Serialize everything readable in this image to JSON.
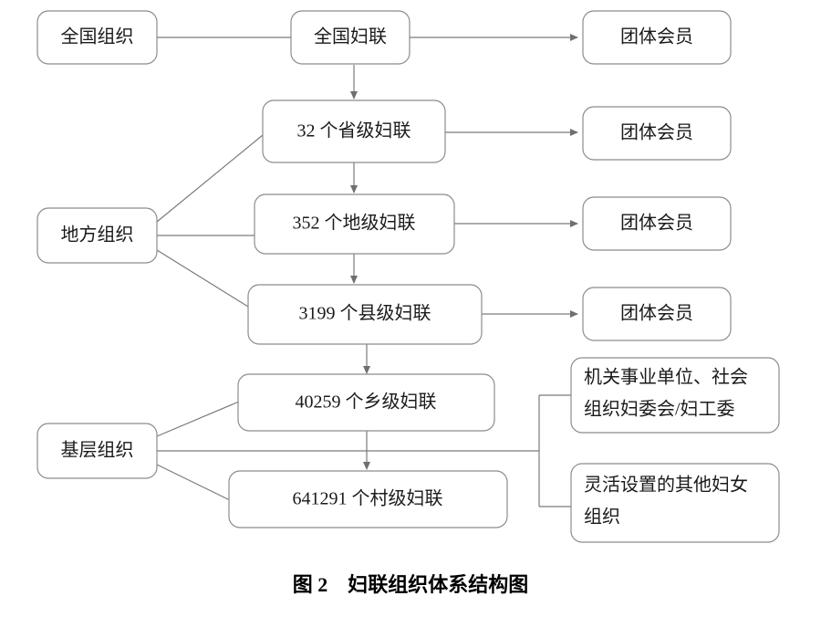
{
  "figure": {
    "caption": "图 2　妇联组织体系结构图",
    "caption_number": "图 2",
    "caption_title": "妇联组织体系结构图"
  },
  "theme": {
    "background": "#ffffff",
    "box_fill": "#ffffff",
    "box_stroke": "#8c8c8c",
    "line_stroke": "#7a7a7a",
    "text_color": "#1a1a1a"
  },
  "tiers": {
    "national": "全国组织",
    "local": "地方组织",
    "grassroots": "基层组织"
  },
  "hierarchy": [
    {
      "id": "national-federation",
      "label": "全国妇联"
    },
    {
      "id": "provincial-federation",
      "label": "32 个省级妇联"
    },
    {
      "id": "prefecture-federation",
      "label": "352 个地级妇联"
    },
    {
      "id": "county-federation",
      "label": "3199 个县级妇联"
    },
    {
      "id": "township-federation",
      "label": "40259 个乡级妇联"
    },
    {
      "id": "village-federation",
      "label": "641291 个村级妇联"
    }
  ],
  "group_members": [
    {
      "id": "group-member-national",
      "label": "团体会员"
    },
    {
      "id": "group-member-provincial",
      "label": "团体会员"
    },
    {
      "id": "group-member-prefecture",
      "label": "团体会员"
    },
    {
      "id": "group-member-county",
      "label": "团体会员"
    }
  ],
  "grassroots_units": [
    {
      "id": "institution-unit",
      "line1": "机关事业单位、社会",
      "line2": "组织妇委会/妇工委"
    },
    {
      "id": "flexible-unit",
      "line1": "灵活设置的其他妇女",
      "line2": "组织"
    }
  ]
}
